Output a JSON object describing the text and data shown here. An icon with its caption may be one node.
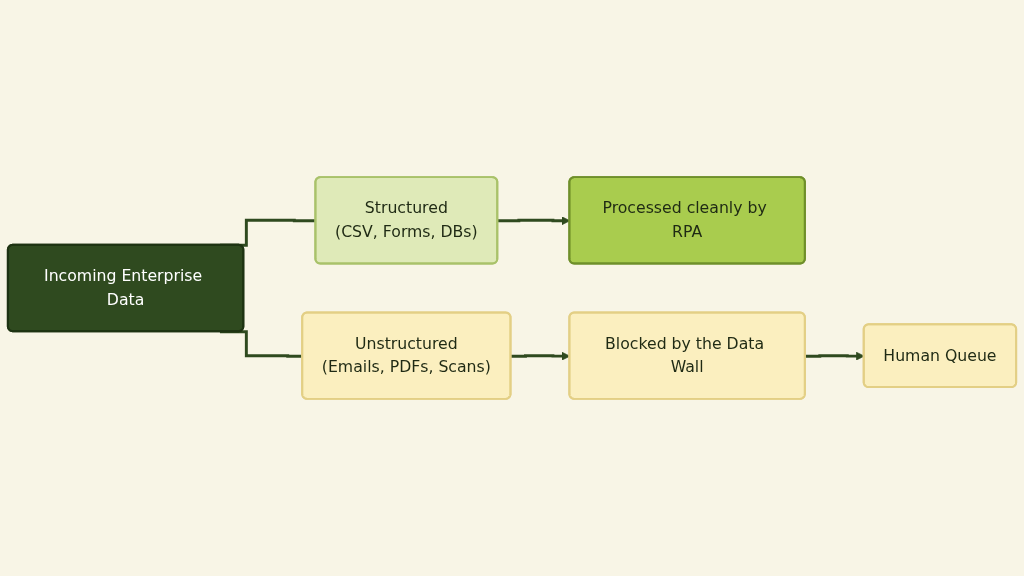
{
  "diagram": {
    "nodes": [
      {
        "text": [
          "Incoming Enterprise Data"
        ]
      },
      {
        "text": [
          "Structured",
          "(CSV, Forms, DBs)"
        ]
      },
      {
        "text": [
          "Processed cleanly by RPA"
        ]
      },
      {
        "text": [
          "Unstructured",
          "(Emails, PDFs, Scans)"
        ]
      },
      {
        "text": [
          "Blocked by the Data Wall"
        ]
      },
      {
        "text": [
          "Human Queue"
        ]
      }
    ],
    "edges": [
      {
        "from": 0,
        "to": 1,
        "arrow": "none"
      },
      {
        "from": 0,
        "to": 3,
        "arrow": "none"
      },
      {
        "from": 1,
        "to": 2,
        "arrow": "to"
      },
      {
        "from": 3,
        "to": 4,
        "arrow": "to"
      },
      {
        "from": 4,
        "to": 5,
        "arrow": "to"
      }
    ]
  }
}
